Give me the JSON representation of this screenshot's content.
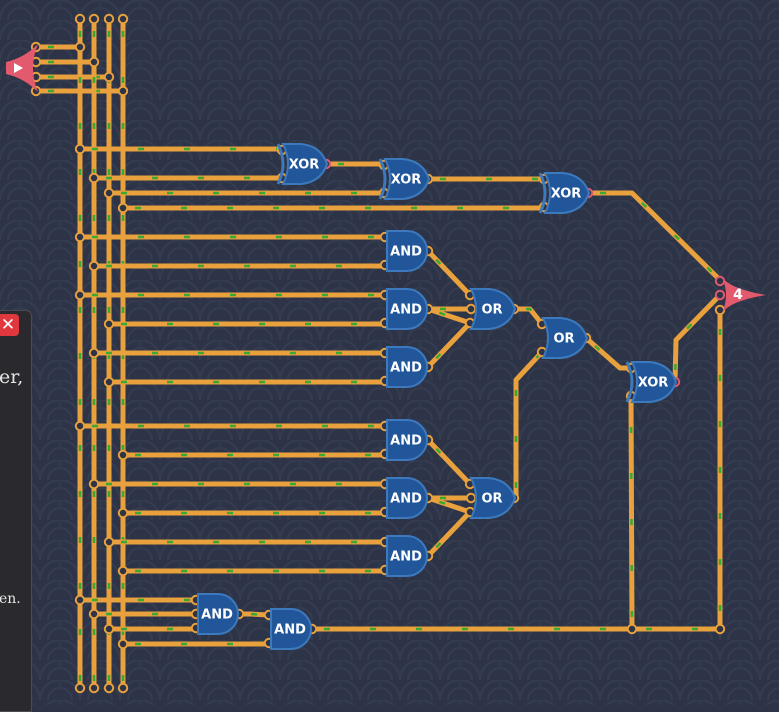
{
  "board": {
    "colors": {
      "background": "#2d3447",
      "wire": "#e8a13c",
      "wire_signal": "#3aa835",
      "gate_fill": "#21579a",
      "gate_edge": "#3c79bd",
      "io_pin": "#e35a6f",
      "node": "#e8a13c"
    },
    "input_pin_icon": "play-triangle-icon",
    "output_pin_label": "4",
    "gates": [
      {
        "id": "xor-1",
        "label": "XOR"
      },
      {
        "id": "xor-2",
        "label": "XOR"
      },
      {
        "id": "xor-3",
        "label": "XOR"
      },
      {
        "id": "and-1",
        "label": "AND"
      },
      {
        "id": "and-2",
        "label": "AND"
      },
      {
        "id": "and-3",
        "label": "AND"
      },
      {
        "id": "or-1",
        "label": "OR"
      },
      {
        "id": "or-2",
        "label": "OR"
      },
      {
        "id": "xor-4",
        "label": "XOR"
      },
      {
        "id": "and-4",
        "label": "AND"
      },
      {
        "id": "and-5",
        "label": "AND"
      },
      {
        "id": "and-6",
        "label": "AND"
      },
      {
        "id": "or-3",
        "label": "OR"
      },
      {
        "id": "and-7",
        "label": "AND"
      },
      {
        "id": "and-8",
        "label": "AND"
      }
    ]
  },
  "side_panel": {
    "close_icon": "close-icon",
    "close_glyph": "✕",
    "text_fragment_1": "er,",
    "text_fragment_2": "en."
  }
}
